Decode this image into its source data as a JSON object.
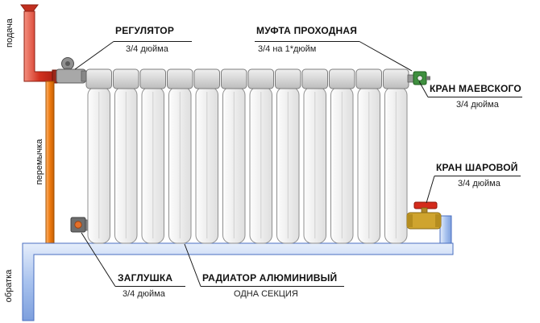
{
  "diagram": {
    "callouts": {
      "regulator": {
        "title": "РЕГУЛЯТОР",
        "size": "3/4 дюйма"
      },
      "coupling": {
        "title": "МУФТА ПРОХОДНАЯ",
        "size": "3/4 на 1*дюйм"
      },
      "mayevsky": {
        "title": "КРАН МАЕВСКОГО",
        "size": "3/4 дюйма"
      },
      "ball_valve": {
        "title": "КРАН ШАРОВОЙ",
        "size": "3/4 дюйма"
      },
      "plug": {
        "title": "ЗАГЛУШКА",
        "size": "3/4 дюйма"
      },
      "radiator": {
        "title": "РАДИАТОР АЛЮМИНИВЫЙ",
        "size": "ОДНА СЕКЦИЯ"
      }
    },
    "pipe_labels": {
      "supply": "подача",
      "bypass": "перемычка",
      "return": "обратка"
    },
    "radiator": {
      "sections": 12
    },
    "colors": {
      "supply_pipe": "#d23120",
      "bypass_pipe": "#ed7a10",
      "return_pipe": "#a8c2ee",
      "radiator_body": "#e6e6e6",
      "ball_valve_body": "#cfa42e",
      "ball_valve_handle": "#d42b1c",
      "mayevsky_valve": "#3f8f3f",
      "leader_line": "#1a1a1a"
    }
  }
}
